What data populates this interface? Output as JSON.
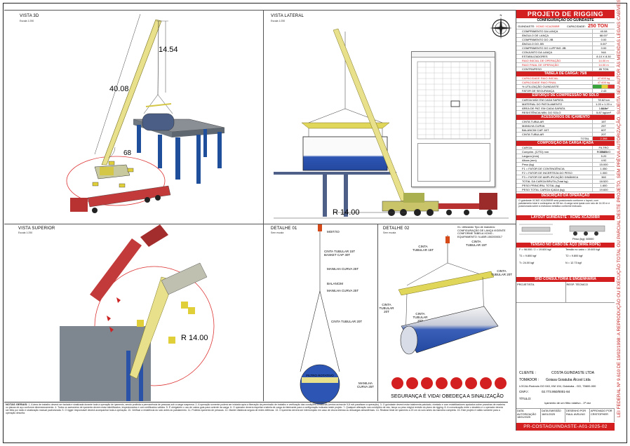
{
  "panels": {
    "view3d": {
      "label": "VISTA 3D",
      "sub": "Escala 1:250"
    },
    "lateral": {
      "label": "VISTA LATERAL",
      "sub": "Escala 1:250"
    },
    "superior": {
      "label": "VISTA SUPERIOR",
      "sub": "Escala 1:250"
    },
    "detail1": {
      "label": "DETALHE 01",
      "sub": "Sem escala"
    },
    "detail2": {
      "label": "DETALHE 02",
      "sub": "Sem escala"
    }
  },
  "dimensions": {
    "boom_length": "40.08",
    "jib_height": "14.54",
    "angle": "68",
    "radius_lateral": "R 14.00",
    "radius_top": "R 14.00"
  },
  "detail1_labels": {
    "hook": "MOITÃO",
    "sling1": "CINTA TUBULAR 15T BASKET CAP 30T",
    "shackle1": "MANILHA CURVA 25T",
    "balancer": "BALANCIM",
    "shackle2": "MANILHA CURVA 25T",
    "sling2": "CINTA TUBULAR 20T",
    "load": "FILTRO ROTATIVO",
    "shackle3": "MANILHA CURVA 25T"
  },
  "detail2_labels": {
    "a": "CINTA TUBULAR 15T",
    "b": "CINTA TUBULAR 15T",
    "c": "CINTA TUBULAR 20T",
    "d": "CINTA TUBULAR 20T",
    "e": "CINTA TUBULAR 20T"
  },
  "load_chart_note": "01- Utilizando Tipo de manobra: CONFIGURAÇÃO DE LANÇA VIGENTE CONFORME TABELA XCMG - EQUIPAMENTO: N-ABR-1502000017",
  "safety": {
    "slogan": "SEGURANÇA É VIDA! OBEDEÇA A SINALIZAÇÃO"
  },
  "title_block": {
    "title": "PROJETO DE RIGGING",
    "subtitle": "CONFIGURAÇÃO DO GUINDASTE",
    "crane_label": "GUINDASTE:",
    "crane_model": "XCMG XCA250BR",
    "capacity_label": "CAPACIDADE:",
    "capacity": "250 TON",
    "config_rows": [
      {
        "k": "COMPRIMENTO DA LANÇA",
        "v": "40.08"
      },
      {
        "k": "ÂNGULO DE LANÇA",
        "v": "68.00°"
      },
      {
        "k": "COMPRIMENTO DO JIB",
        "v": "0.00"
      },
      {
        "k": "ÂNGULO DO JIB",
        "v": "0.00°"
      },
      {
        "k": "COMPRIMENTO DO LUFFING JIB",
        "v": "0.00"
      },
      {
        "k": "CONJUNTO DA LANÇA",
        "v": "N/A"
      },
      {
        "k": "ESTABILIZADORES",
        "v": "8.10 X 8.30"
      },
      {
        "k": "RAIO INICIAL DE OPERAÇÃO",
        "v": "14.00 m",
        "red": true
      },
      {
        "k": "RAIO FINAL DE OPERAÇÃO",
        "v": "14.00 m",
        "red": true
      },
      {
        "k": "CONTRAPESO",
        "v": "85 TON"
      }
    ],
    "table_header": "TABELA DE CARGA: 75/8",
    "table_rows": [
      {
        "k": "CAPACIDADE RAIO INICIAL",
        "v": "47.600 kg",
        "red": true
      },
      {
        "k": "CAPACIDADE RAIO FINAL",
        "v": "47.600 kg",
        "red": true
      },
      {
        "k": "% UTILIZAÇÃO GUINDASTE",
        "v": "",
        "bar": true
      },
      {
        "k": "FATOR DE SEGURANÇA",
        "v": "2.43"
      }
    ],
    "soil_header": "ESFORÇO DE COMPRESSÃO NO SOLO",
    "soil_rows": [
      {
        "k": "CARGA MÁX EM CADA SAPATA",
        "v": "78.62 ton"
      },
      {
        "k": "MATERIAL DO PATOLAMENTO",
        "v": "1.20 x 1.20 x 0.15"
      },
      {
        "k": "ÁREA DE PAT. EM CADA SAPATA",
        "v": "1.44 m²"
      },
      {
        "k": "RESISTÊNCIA MIN. DO SOLO",
        "v": "5.87 kg/cm²"
      }
    ],
    "acc_header": "ACESSÓRIOS DE IÇAMENTO",
    "acc_rows": [
      {
        "k": "CINTA TUBULAR",
        "v": "15T"
      },
      {
        "k": "MANILHA CURVA",
        "v": "25T"
      },
      {
        "k": "BALANCIM CAP. 60T",
        "v": "60T"
      },
      {
        "k": "CINTA TUBULAR",
        "v": "20T"
      }
    ],
    "acc_total_label": "TOTAL",
    "acc_total": "2.398",
    "comp_header": "COMPOSIÇÃO DA CARGA IÇADA",
    "comp_rows": [
      {
        "k": "CARGA:",
        "v": "FILTRO ROTATIVO"
      },
      {
        "k": "Comprim. (C/TD) mm",
        "v": "15.61"
      },
      {
        "k": "Largura (mm)",
        "v": "5.20"
      },
      {
        "k": "Altura (mm)",
        "v": "4.92"
      },
      {
        "k": "Peso (kg)",
        "v": "15.000"
      },
      {
        "k": "F1 = FATOR DE CONTINGÊNCIA",
        "v": "1.050"
      },
      {
        "k": "F2 = FATOR DE INCERTEZA DO PESO",
        "v": "1.000"
      },
      {
        "k": "F3 = FATOR DE AMPLIFICAÇÃO DINÂMICA",
        "v": "360"
      },
      {
        "k": "TOTAL DA CARGA BRUTA (Total kg)",
        "v": "18.520"
      },
      {
        "k": "PESO PRINCIPAL TOTAL (kg)",
        "v": "1.600"
      },
      {
        "k": "PESO TOTAL CARGA IÇADA (kg)",
        "v": "19.600"
      }
    ],
    "op_header": "DESCRIÇÃO DA OPERAÇÃO",
    "op_text": "O guindaste XCMG XCA250BR será posicionado conforme o layout, com patolamento total e contrapeso de 85 ton. A carga será içada com raio de 14.00 m e posicionada sobre a estrutura metálica conforme indicado.",
    "layout_header": "LAYOUT GUINDASTE - XCMG XCA250BR",
    "layout_weight": "Peso (kg): 60000",
    "tension_header": "TENSÃO NO CABO DE AÇO (WIRE ROPE)",
    "tension_lines": [
      "F = 98.000 / 2 = 19.600 kgf",
      "Tensão no cabo = 19.600 kgf",
      "T1 = 9.800 kgf",
      "T2 = 9.800 kgf",
      "T= 24.00 kgf",
      "N = 12.73 kgf"
    ],
    "consult_header": "SHD CONSULTORIA E ENGENHARIA",
    "project_label": "PROJETISTA",
    "resp_label": "RESP. TÉCNICO",
    "client_label": "CLIENTE :",
    "client": "COSTA GUINDASTE LTDA",
    "taker_label": "TOMADOR :",
    "taker": "Goiasa Goiatuba Álcool Ltda",
    "local_label": "LOCAL:",
    "local": "Rodovia GO 040, KM 194, Goiatuba - GO, 75600-000",
    "cnpj_label": "CNPJ :",
    "cnpj": "02.773.950/0001-84",
    "subject_label": "TÍTULO:",
    "subject": "Içamento de um filtro rotativo - 1ª vez",
    "dates": [
      {
        "k": "DATA AUTORIZAÇÃO",
        "v": "18/01/2025"
      },
      {
        "k": "DATA EMISSÃO",
        "v": "18/01/2025"
      },
      {
        "k": "DESENHO POR",
        "v": "RAUL AVELINO"
      },
      {
        "k": "APROVADO POR",
        "v": "CRISTOPHER"
      }
    ],
    "doc_id": "PR-COSTAGUINDASTE-A01-2025-02"
  },
  "notes": {
    "header": "NOTAS GERAIS:",
    "text": "1- A área de trabalho deverá ser isolada e sinalizada durante toda a operação de içamento, sendo proibida a permanência de pessoas sob a carga suspensa. 2- A operação somente poderá ser iniciada após a liberação da permissão de trabalho e verificação das condições climáticas (ventos acima de 9,8 m/s paralisam a operação). 3- O guindaste deverá estar totalmente patolado, nivelado e com estabilizadores apoiados sobre pranchas de madeira ou placas de aço conforme dimensionamento. 4- Todos os acessórios de içamento devem estar identificados, inspecionados e com certificados válidos. 5- É obrigatório o uso de cabos guia para controle da carga. 6- O operador deverá respeitar a tabela de carga do fabricante para a configuração indicada neste projeto. 7- Qualquer alteração nas condições de raio, lança ou peso exigirá revisão do plano de rigging. 8- A comunicação entre o sinaleiro e o operador deverá ser feita por rádio e sinalização manual padronizada. 9- O rigger responsável deverá acompanhar toda a operação. 10- Verificar a resistência do solo antes do patolamento. 11- Proibido içamento de pessoas. 12- Manter distância segura de redes elétricas. 13- O içamento deverá ser interrompido em caso de chuva intensa ou descargas atmosféricas. 14- Realizar teste de içamento a 20 cm do solo antes da manobra completa. 15- Este projeto é válido somente para a operação descrita."
  },
  "vertical_note": "LEI FEDERAL Nº 9.610 DE 19/02/1998: A REPRODUÇÃO OU EXECUÇÃO TOTAL OU PARCIAL DESTE PROJETO, SEM PRÉVIA AUTORIZAÇÃO, SUJEITA SEU AUTOR ÀS MEDIDAS LEGAIS CABÍVEIS."
}
